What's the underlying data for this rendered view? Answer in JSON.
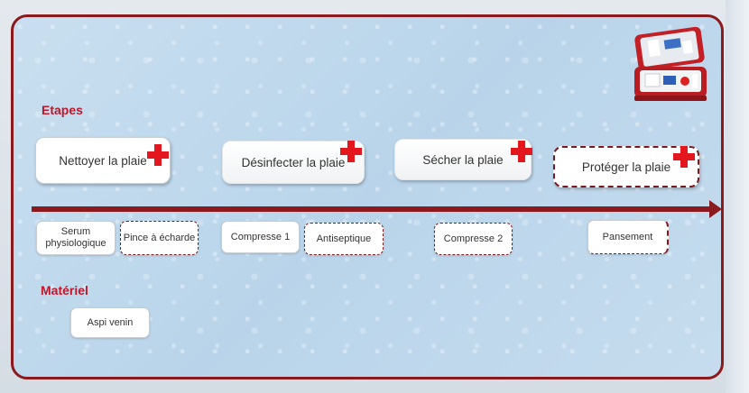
{
  "labels": {
    "etapes": "Etapes",
    "materiel": "Matériel"
  },
  "steps": [
    {
      "label": "Nettoyer la plaie"
    },
    {
      "label": "Désinfecter la plaie"
    },
    {
      "label": "Sécher la plaie"
    },
    {
      "label": "Protéger la plaie"
    }
  ],
  "tags": {
    "serum": "Serum physiologique",
    "pince": "Pince à écharde",
    "compresse1": "Compresse 1",
    "antiseptique": "Antiseptique",
    "compresse2": "Compresse 2",
    "pansement": "Pansement",
    "aspi": "Aspi venin"
  },
  "colors": {
    "accent": "#8b1a1e",
    "title": "#c0172a",
    "cross": "#e4161e"
  },
  "icons": {
    "kit": "first-aid-kit-icon",
    "cross": "red-cross-icon"
  }
}
